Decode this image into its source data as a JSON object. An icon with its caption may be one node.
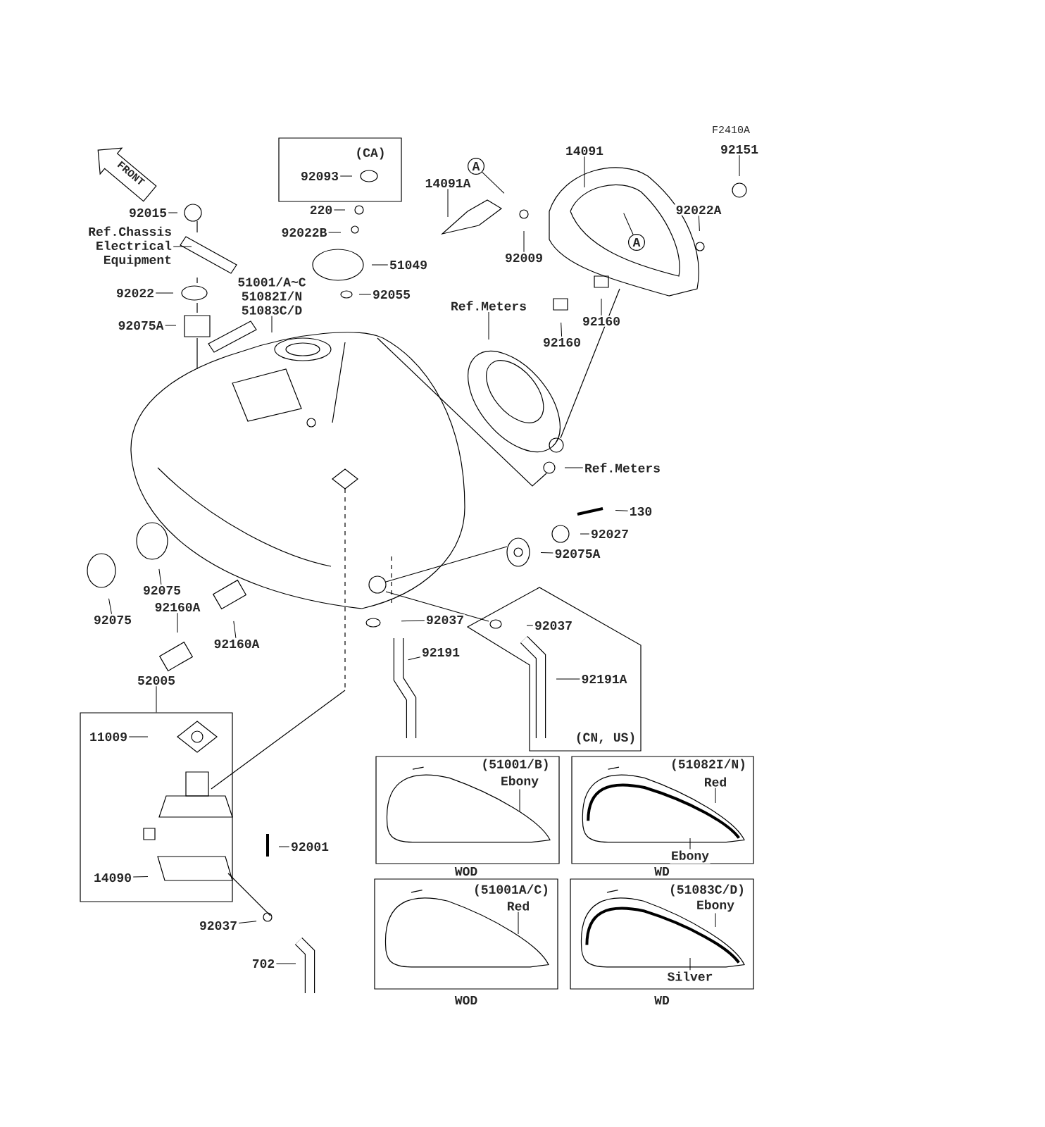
{
  "diagram": {
    "nodes": [
      {
        "text": [
          "(CA)"
        ]
      },
      {
        "text": [
          "92093"
        ],
        "in": 0
      },
      {
        "text": [
          "92015"
        ]
      },
      {
        "text": [
          "Ref.Chassis Electrical Equipment"
        ]
      },
      {
        "text": [
          "92022"
        ]
      },
      {
        "text": [
          "92075A"
        ]
      },
      {
        "text": [
          "220"
        ]
      },
      {
        "text": [
          "92022B"
        ]
      },
      {
        "text": [
          "51049"
        ]
      },
      {
        "text": [
          "92055"
        ]
      },
      {
        "text": [
          "51001/A~C 51082I/N 51083C/D"
        ]
      },
      {
        "text": [
          "14091A"
        ]
      },
      {
        "text": [
          "A"
        ]
      },
      {
        "text": [
          "92009"
        ]
      },
      {
        "text": [
          "14091"
        ]
      },
      {
        "text": [
          "A"
        ]
      },
      {
        "text": [
          "92151"
        ]
      },
      {
        "text": [
          "92022A"
        ]
      },
      {
        "text": [
          "92160"
        ]
      },
      {
        "text": [
          "92160"
        ]
      },
      {
        "text": [
          "Ref.Meters"
        ]
      },
      {
        "text": [
          "Ref.Meters"
        ]
      },
      {
        "text": [
          "130"
        ]
      },
      {
        "text": [
          "92027"
        ]
      },
      {
        "text": [
          "92075A"
        ]
      },
      {
        "text": [
          "92075"
        ]
      },
      {
        "text": [
          "92075"
        ]
      },
      {
        "text": [
          "92160A"
        ]
      },
      {
        "text": [
          "92160A"
        ]
      },
      {
        "text": [
          "92037"
        ]
      },
      {
        "text": [
          "92191"
        ]
      },
      {
        "text": [
          "(CN, US)"
        ]
      },
      {
        "text": [
          "92037"
        ],
        "in": 31
      },
      {
        "text": [
          "92191A"
        ],
        "in": 31
      },
      {
        "text": [
          "52005"
        ]
      },
      {
        "text": [],
        "shape": "box"
      },
      {
        "text": [
          "11009"
        ],
        "in": 35
      },
      {
        "text": [
          "14090"
        ],
        "in": 35
      },
      {
        "text": [
          "92001"
        ]
      },
      {
        "text": [
          "92037"
        ]
      },
      {
        "text": [
          "702"
        ]
      },
      {
        "text": [
          "(51001/B)"
        ],
        "beside": [
          "WOD"
        ]
      },
      {
        "text": [
          "Ebony"
        ],
        "in": 41
      },
      {
        "text": [
          "(51082I/N)"
        ],
        "beside": [
          "WD"
        ]
      },
      {
        "text": [
          "Red"
        ],
        "in": 43
      },
      {
        "text": [
          "Ebony"
        ],
        "in": 43
      },
      {
        "text": [
          "(51001A/C)"
        ],
        "beside": [
          "WOD"
        ]
      },
      {
        "text": [
          "Red"
        ],
        "in": 46
      },
      {
        "text": [
          "(51083C/D)"
        ],
        "beside": [
          "WD"
        ]
      },
      {
        "text": [
          "Ebony"
        ],
        "in": 48
      },
      {
        "text": [
          "Silver"
        ],
        "in": 48
      }
    ],
    "edges": [
      {
        "from": 1,
        "to": null,
        "arrow": "none"
      },
      {
        "from": 2,
        "to": null,
        "arrow": "none"
      },
      {
        "from": 3,
        "to": null,
        "arrow": "none"
      },
      {
        "from": 4,
        "to": null,
        "arrow": "none"
      },
      {
        "from": 5,
        "to": null,
        "arrow": "none"
      },
      {
        "from": 6,
        "to": null,
        "arrow": "none"
      },
      {
        "from": 7,
        "to": null,
        "arrow": "none"
      },
      {
        "from": 8,
        "to": null,
        "arrow": "none"
      },
      {
        "from": 9,
        "to": null,
        "arrow": "none"
      },
      {
        "from": 10,
        "to": null,
        "arrow": "none"
      },
      {
        "from": 11,
        "to": null,
        "arrow": "none"
      },
      {
        "from": 12,
        "to": null,
        "arrow": "none"
      },
      {
        "from": 13,
        "to": null,
        "arrow": "none"
      },
      {
        "from": 14,
        "to": null,
        "arrow": "none"
      },
      {
        "from": 15,
        "to": null,
        "arrow": "none"
      },
      {
        "from": 16,
        "to": null,
        "arrow": "none"
      },
      {
        "from": 17,
        "to": null,
        "arrow": "none"
      },
      {
        "from": 18,
        "to": null,
        "arrow": "none"
      },
      {
        "from": 19,
        "to": null,
        "arrow": "none"
      },
      {
        "from": 20,
        "to": null,
        "arrow": "none"
      },
      {
        "from": 21,
        "to": null,
        "arrow": "none"
      },
      {
        "from": 22,
        "to": null,
        "arrow": "none"
      },
      {
        "from": 23,
        "to": null,
        "arrow": "none"
      },
      {
        "from": 24,
        "to": null,
        "arrow": "none"
      },
      {
        "from": 25,
        "to": null,
        "arrow": "none"
      },
      {
        "from": 26,
        "to": null,
        "arrow": "none"
      },
      {
        "from": 27,
        "to": null,
        "arrow": "none"
      },
      {
        "from": 28,
        "to": null,
        "arrow": "none"
      },
      {
        "from": 29,
        "to": null,
        "arrow": "none"
      },
      {
        "from": 30,
        "to": null,
        "arrow": "none"
      },
      {
        "from": 32,
        "to": null,
        "arrow": "none"
      },
      {
        "from": 33,
        "to": null,
        "arrow": "none"
      },
      {
        "from": 34,
        "to": 35,
        "arrow": "none"
      },
      {
        "from": 36,
        "to": null,
        "arrow": "none"
      },
      {
        "from": 37,
        "to": null,
        "arrow": "none"
      },
      {
        "from": 38,
        "to": null,
        "arrow": "none"
      },
      {
        "from": 39,
        "to": null,
        "arrow": "none"
      },
      {
        "from": 40,
        "to": null,
        "arrow": "none"
      },
      {
        "from": 42,
        "to": null,
        "arrow": "none"
      },
      {
        "from": 44,
        "to": null,
        "arrow": "none"
      },
      {
        "from": 45,
        "to": null,
        "arrow": "none"
      },
      {
        "from": 47,
        "to": null,
        "arrow": "none"
      },
      {
        "from": 49,
        "to": null,
        "arrow": "none"
      },
      {
        "from": 50,
        "to": null,
        "arrow": "none"
      }
    ],
    "labels": [
      "F2410A",
      "FRONT"
    ]
  }
}
